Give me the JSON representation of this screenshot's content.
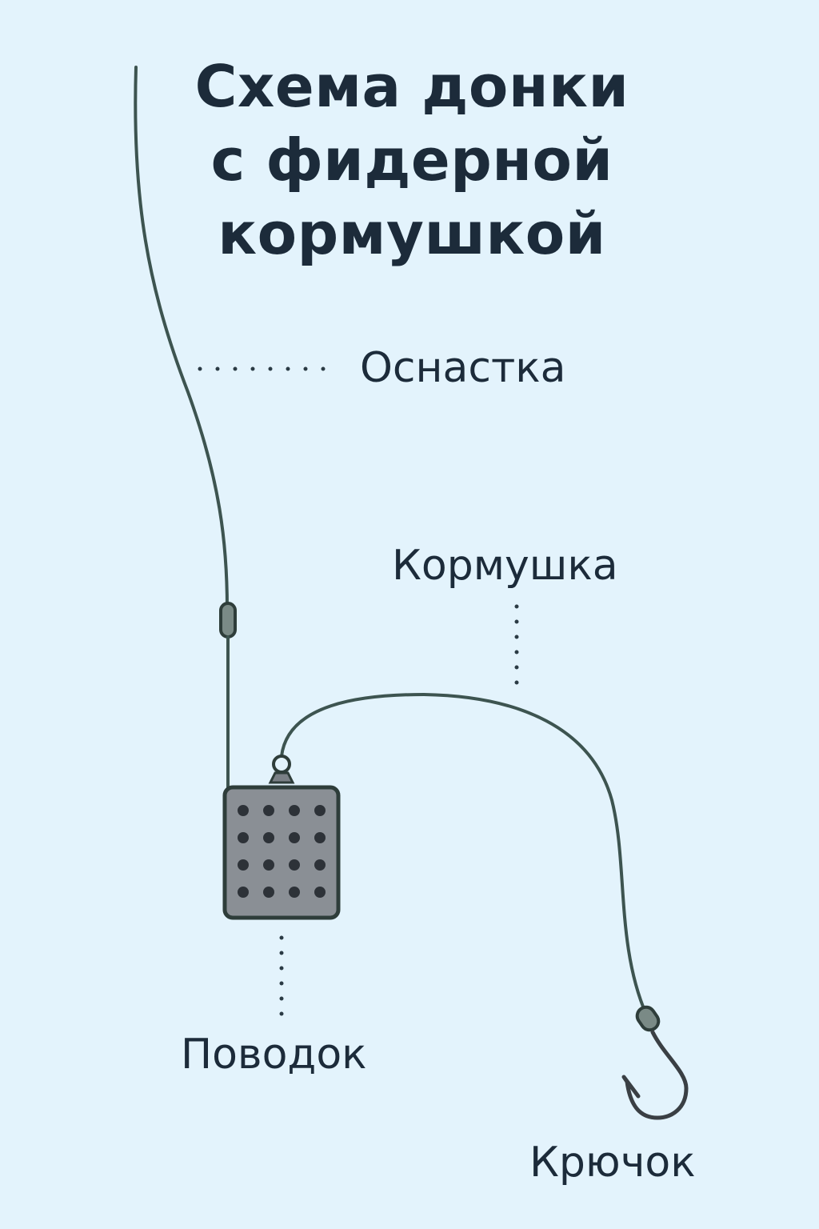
{
  "diagram": {
    "title_lines": [
      "Схема донки",
      "с фидерной",
      "кормушкой"
    ],
    "labels": {
      "rig": "Оснастка",
      "feeder": "Кормушка",
      "leader": "Поводок",
      "hook": "Крючок"
    },
    "colors": {
      "background": "#e3f3fc",
      "line": "#3d5450",
      "text": "#1c2b3a",
      "feeder_body": "#8a8f95",
      "feeder_holes": "#2d3238",
      "leader_dots": "#2a3a44"
    },
    "feeder_grid": {
      "rows": 4,
      "cols": 4
    }
  }
}
